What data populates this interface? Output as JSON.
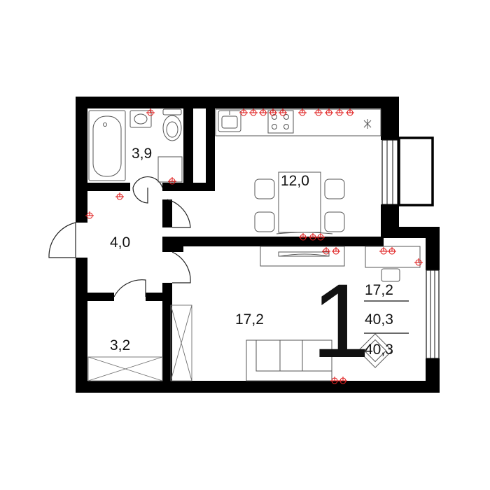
{
  "rooms": {
    "bathroom": "3,9",
    "hall": "4,0",
    "kitchen": "12,0",
    "storage": "3,2",
    "living": "17,2"
  },
  "summary": {
    "rooms_count": "1",
    "living_area": "17,2",
    "total_area": "40,3",
    "total_area_2": "40,3"
  },
  "colors": {
    "wall": "#000000",
    "fixture": "#555555",
    "socket": "#e02020"
  }
}
